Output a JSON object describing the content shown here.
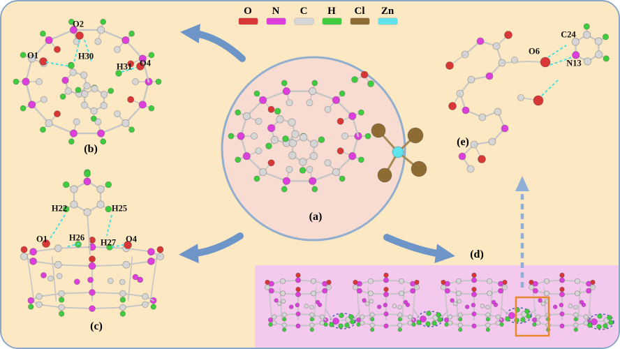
{
  "figure": {
    "background_color": "#FCE9C4",
    "border_color": "#89A6C8",
    "center_circle_color": "#F8DCD2",
    "center_circle_border": "#92AECE",
    "panel_d_background": "#F3C9EE",
    "arrow_color": "#6E95C7",
    "dashed_arrow_color": "#8FAFD6",
    "hbond_color": "#46E0E0",
    "highlight_box_color": "#E8882C"
  },
  "legend": {
    "items": [
      {
        "symbol": "O",
        "color": "#D93636"
      },
      {
        "symbol": "N",
        "color": "#DD3FDD"
      },
      {
        "symbol": "C",
        "color": "#D6D6D6"
      },
      {
        "symbol": "H",
        "color": "#3FCC3F"
      },
      {
        "symbol": "Cl",
        "color": "#8F6B34"
      },
      {
        "symbol": "Zn",
        "color": "#5FE4EE"
      }
    ]
  },
  "panels": {
    "a": {
      "label": "(a)",
      "annotations": []
    },
    "b": {
      "label": "(b)",
      "annotations": [
        "O2",
        "O1",
        "H30",
        "H31",
        "O4"
      ]
    },
    "c": {
      "label": "(c)",
      "annotations": [
        "H22",
        "H25",
        "O1",
        "H26",
        "H27",
        "O4"
      ]
    },
    "d": {
      "label": "(d)",
      "annotations": []
    },
    "e": {
      "label": "(e)",
      "annotations": [
        "C24",
        "O6",
        "N13"
      ]
    }
  }
}
